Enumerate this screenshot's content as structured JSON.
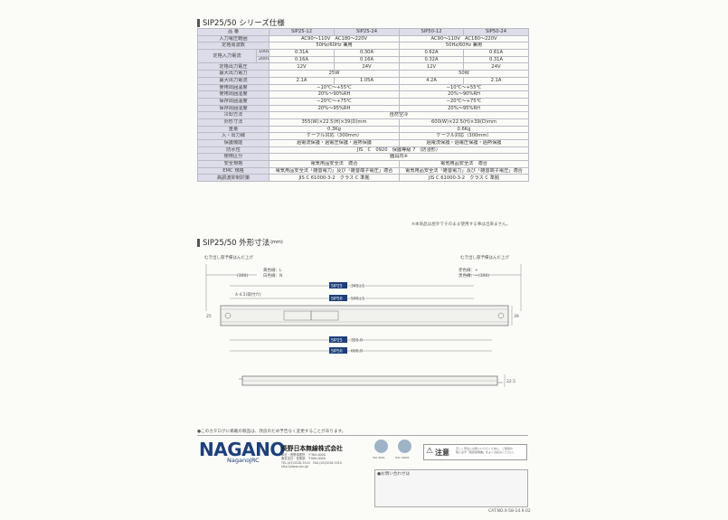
{
  "spec_section": {
    "title": "SIP25/50 シリーズ仕様",
    "rows": [
      {
        "label": "品 番",
        "cells": [
          {
            "text": "SIP25-12"
          },
          {
            "text": "SIP25-24"
          },
          {
            "text": "SIP50-12"
          },
          {
            "text": "SIP50-24"
          }
        ]
      },
      {
        "label": "入力電圧範囲",
        "cells": [
          {
            "text": "AC90～110V　AC180～220V",
            "span": 2
          },
          {
            "text": "AC90～110V　AC180～220V",
            "span": 2
          }
        ]
      },
      {
        "label": "定格周波数",
        "cells": [
          {
            "text": "50Hz/60Hz 兼用",
            "span": 2
          },
          {
            "text": "50Hz/60Hz 兼用",
            "span": 2
          }
        ]
      },
      {
        "label": "定格入力電流",
        "sub": "100V",
        "cells": [
          {
            "text": "0.31A"
          },
          {
            "text": "0.30A"
          },
          {
            "text": "0.62A"
          },
          {
            "text": "0.61A"
          }
        ]
      },
      {
        "sub": "200V",
        "cells": [
          {
            "text": "0.16A"
          },
          {
            "text": "0.16A"
          },
          {
            "text": "0.32A"
          },
          {
            "text": "0.31A"
          }
        ]
      },
      {
        "label": "定格出力電圧",
        "cells": [
          {
            "text": "12V"
          },
          {
            "text": "24V"
          },
          {
            "text": "12V"
          },
          {
            "text": "24V"
          }
        ]
      },
      {
        "label": "最大出力電力",
        "cells": [
          {
            "text": "25W",
            "span": 2
          },
          {
            "text": "50W",
            "span": 2
          }
        ]
      },
      {
        "label": "最大出力電流",
        "cells": [
          {
            "text": "2.1A"
          },
          {
            "text": "1.05A"
          },
          {
            "text": "4.2A"
          },
          {
            "text": "2.1A"
          }
        ]
      },
      {
        "label": "使用周囲温度",
        "cells": [
          {
            "text": "−10℃～+55℃",
            "span": 2
          },
          {
            "text": "−10℃～+55℃",
            "span": 2
          }
        ]
      },
      {
        "label": "使用周囲湿度",
        "cells": [
          {
            "text": "20%～90%RH",
            "span": 2
          },
          {
            "text": "20%～90%RH",
            "span": 2
          }
        ]
      },
      {
        "label": "保存周囲温度",
        "cells": [
          {
            "text": "−20℃～+75℃",
            "span": 2
          },
          {
            "text": "−20℃～+75℃",
            "span": 2
          }
        ]
      },
      {
        "label": "保存周囲湿度",
        "cells": [
          {
            "text": "20%～95%RH",
            "span": 2
          },
          {
            "text": "20%～95%RH",
            "span": 2
          }
        ]
      },
      {
        "label": "冷却方法",
        "cells": [
          {
            "text": "自然空冷",
            "span": 4
          }
        ]
      },
      {
        "label": "外形寸法",
        "cells": [
          {
            "text": "355(W)×22.5(H)×39(D)mm",
            "span": 2
          },
          {
            "text": "600(W)×22.5(H)×39(D)mm",
            "span": 2
          }
        ]
      },
      {
        "label": "重量",
        "cells": [
          {
            "text": "0.3Kg",
            "span": 2
          },
          {
            "text": "0.6Kg",
            "span": 2
          }
        ]
      },
      {
        "label": "入・出力線",
        "cells": [
          {
            "text": "ケーブル対応（300mm）",
            "span": 2
          },
          {
            "text": "ケーブル対応（300mm）",
            "span": 2
          }
        ]
      },
      {
        "label": "保護機能",
        "cells": [
          {
            "text": "過電流保護・過電圧保護・過熱保護",
            "span": 2
          },
          {
            "text": "過電流保護・過電圧保護・過熱保護",
            "span": 2
          }
        ]
      },
      {
        "label": "防水性",
        "cells": [
          {
            "text": "JIS　C　0920　保護等級 7 （防浸形）",
            "span": 4
          }
        ]
      },
      {
        "label": "使用区分",
        "cells": [
          {
            "text": "器具内※",
            "span": 4
          }
        ]
      },
      {
        "label": "安全規格",
        "cells": [
          {
            "text": "電気用品安全法　適合",
            "span": 2
          },
          {
            "text": "電気用品安全法　適合",
            "span": 2
          }
        ]
      },
      {
        "label": "EMC 規格",
        "cells": [
          {
            "text": "電気用品安全法「雑音電力」及び「雑音端子電圧」適合",
            "span": 2
          },
          {
            "text": "電気用品安全法「雑音電力」及び「雑音端子電圧」適合",
            "span": 2
          }
        ]
      },
      {
        "label": "高調波抑制対策",
        "cells": [
          {
            "text": "JIS C 61000-3-2　クラス C 準拠",
            "span": 2
          },
          {
            "text": "JIS C 61000-3-2　クラス C 準拠",
            "span": 2
          }
        ]
      }
    ],
    "note": "※本商品は屋外でそのまま使用する事は出来ません。"
  },
  "dims_section": {
    "title": "SIP25/50 外形寸法",
    "title_unit": "(mm)",
    "labels": {
      "cable_left": "むき出し部予備はんだ上げ",
      "cable_right": "むき出し部予備はんだ上げ",
      "len_left": "(300)",
      "len_right": "(300)",
      "wire_left_1": "黄色線：L",
      "wire_left_2": "白色線：N",
      "wire_right_1": "赤色線：+",
      "wire_right_2": "黒色線：−",
      "hole": "4-4.5(取付穴)",
      "w25": "25",
      "w39": "39",
      "h225": "22.5"
    },
    "dims": [
      {
        "model": "SIP25",
        "value": "345±1"
      },
      {
        "model": "SIP50",
        "value": "590±1"
      },
      {
        "model": "SIP25",
        "value": "355.0"
      },
      {
        "model": "SIP50",
        "value": "600.0"
      }
    ]
  },
  "footer": {
    "disclaimer": "●このカタログに掲載の製品は、改良のため予告なく変更することがあります。",
    "logo": "NAGANO",
    "logo_sub": "NaganoJRC",
    "company": "長野日本無線株式会社",
    "address_lines": [
      "本社・長野事業所　〒384-0000",
      "東京支社・営業部　〒000-0000",
      "TEL.(03)3228-3310　FAX.(03)3228-3319",
      "http://www.njrc.jp/"
    ],
    "cert1": "ISO 9001",
    "cert2": "ISO 14001",
    "caution_title": "注意",
    "caution_body": [
      "正しく安全にお使いいただくために、ご使用の",
      "前に必ず「取扱説明書」をよくお読みください。"
    ],
    "inquiry": "●お問い合わせは",
    "catalog_no": "CAT.NO.X-58-14.9.02"
  }
}
